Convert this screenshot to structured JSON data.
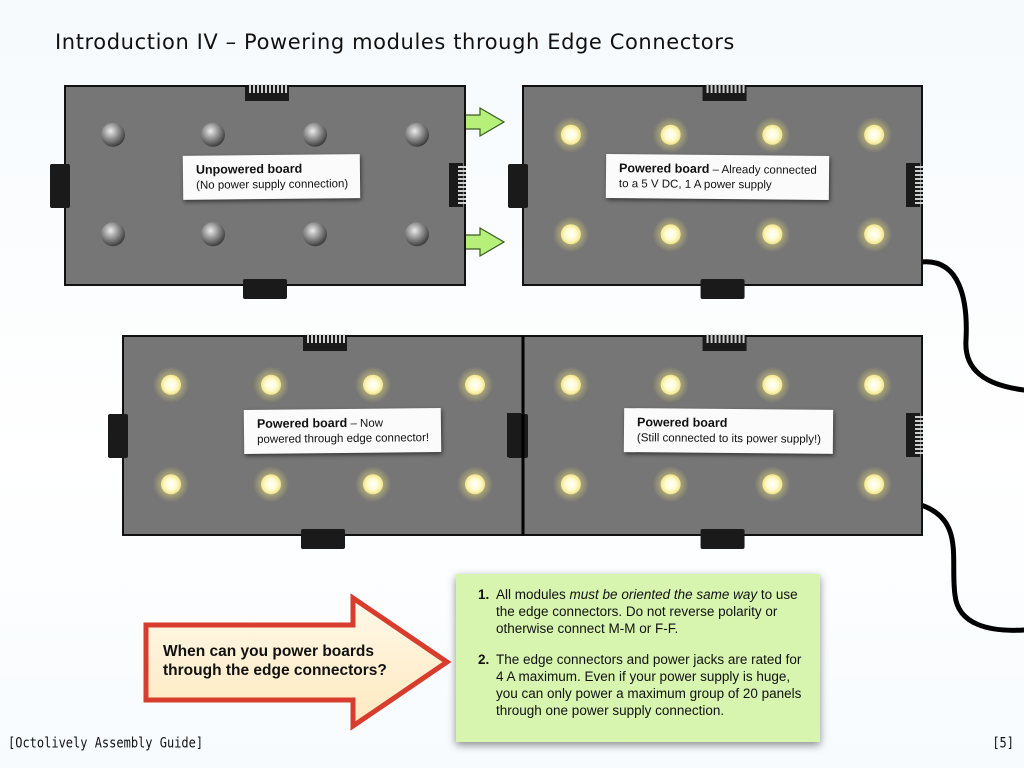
{
  "title": "Introduction IV – Powering modules through Edge Connectors",
  "boards": [
    {
      "name": "unpowered",
      "label_bold": "Unpowered board",
      "label_rest": "",
      "label_sub": "(No power supply connection)",
      "lit": false
    },
    {
      "name": "powered-supply",
      "label_bold": "Powered board",
      "label_rest": " – Already connected",
      "label_sub": "to a 5 V DC, 1 A power supply",
      "lit": true
    },
    {
      "name": "powered-edge",
      "label_bold": "Powered board",
      "label_rest": " – Now",
      "label_sub": "powered through edge connector!",
      "lit": true
    },
    {
      "name": "powered-still",
      "label_bold": "Powered board",
      "label_rest": "",
      "label_sub": "(Still connected to its power supply!)",
      "lit": true
    }
  ],
  "callout": "When can you power boards through the edge connectors?",
  "notes": [
    {
      "num": "1.",
      "before": "All modules ",
      "emph": "must be oriented the same way",
      "after": " to use the edge connectors.  Do not reverse polarity or otherwise connect M-M or F-F."
    },
    {
      "num": "2.",
      "before": "The edge connectors and power jacks are rated for 4 A maximum. Even if your power supply is huge, you can only power a maximum group of 20 panels through one power supply connection.",
      "emph": "",
      "after": ""
    }
  ],
  "footer_left": "[Octolively Assembly Guide]",
  "footer_right": "[5]",
  "colors": {
    "board": "#767676",
    "led_off": "#8a8a8a",
    "led_on": "#fffbd2",
    "glow": "#fff8b0",
    "arrow_green": "#b6f07a",
    "callout_fill": "#fff3da",
    "callout_border": "#d83c2c",
    "infobox": "#d8f5b0"
  }
}
